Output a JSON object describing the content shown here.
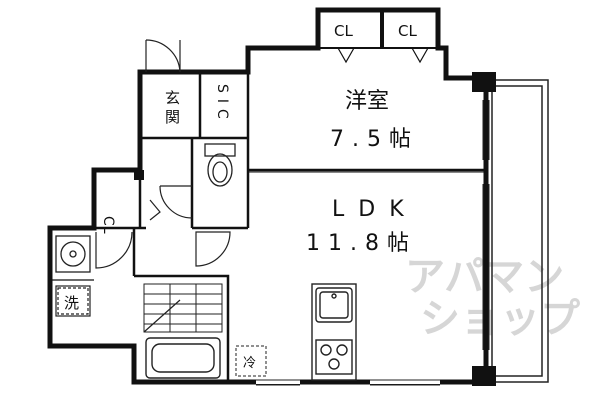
{
  "rooms": {
    "western": {
      "name": "洋室",
      "size": "7.5帖"
    },
    "ldk": {
      "name": "LDK",
      "size": "11.8帖"
    },
    "closet_top_left": "CL",
    "closet_top_right": "CL",
    "closet_left": "CL",
    "walk_in_closet": "SIC",
    "entrance": "玄関",
    "washer": "洗",
    "fridge": "冷"
  },
  "watermark": {
    "line1": "アパマン",
    "line2": "ショップ"
  },
  "colors": {
    "wall": "#111111",
    "line": "#222222",
    "watermark": "#d6d6d6"
  }
}
